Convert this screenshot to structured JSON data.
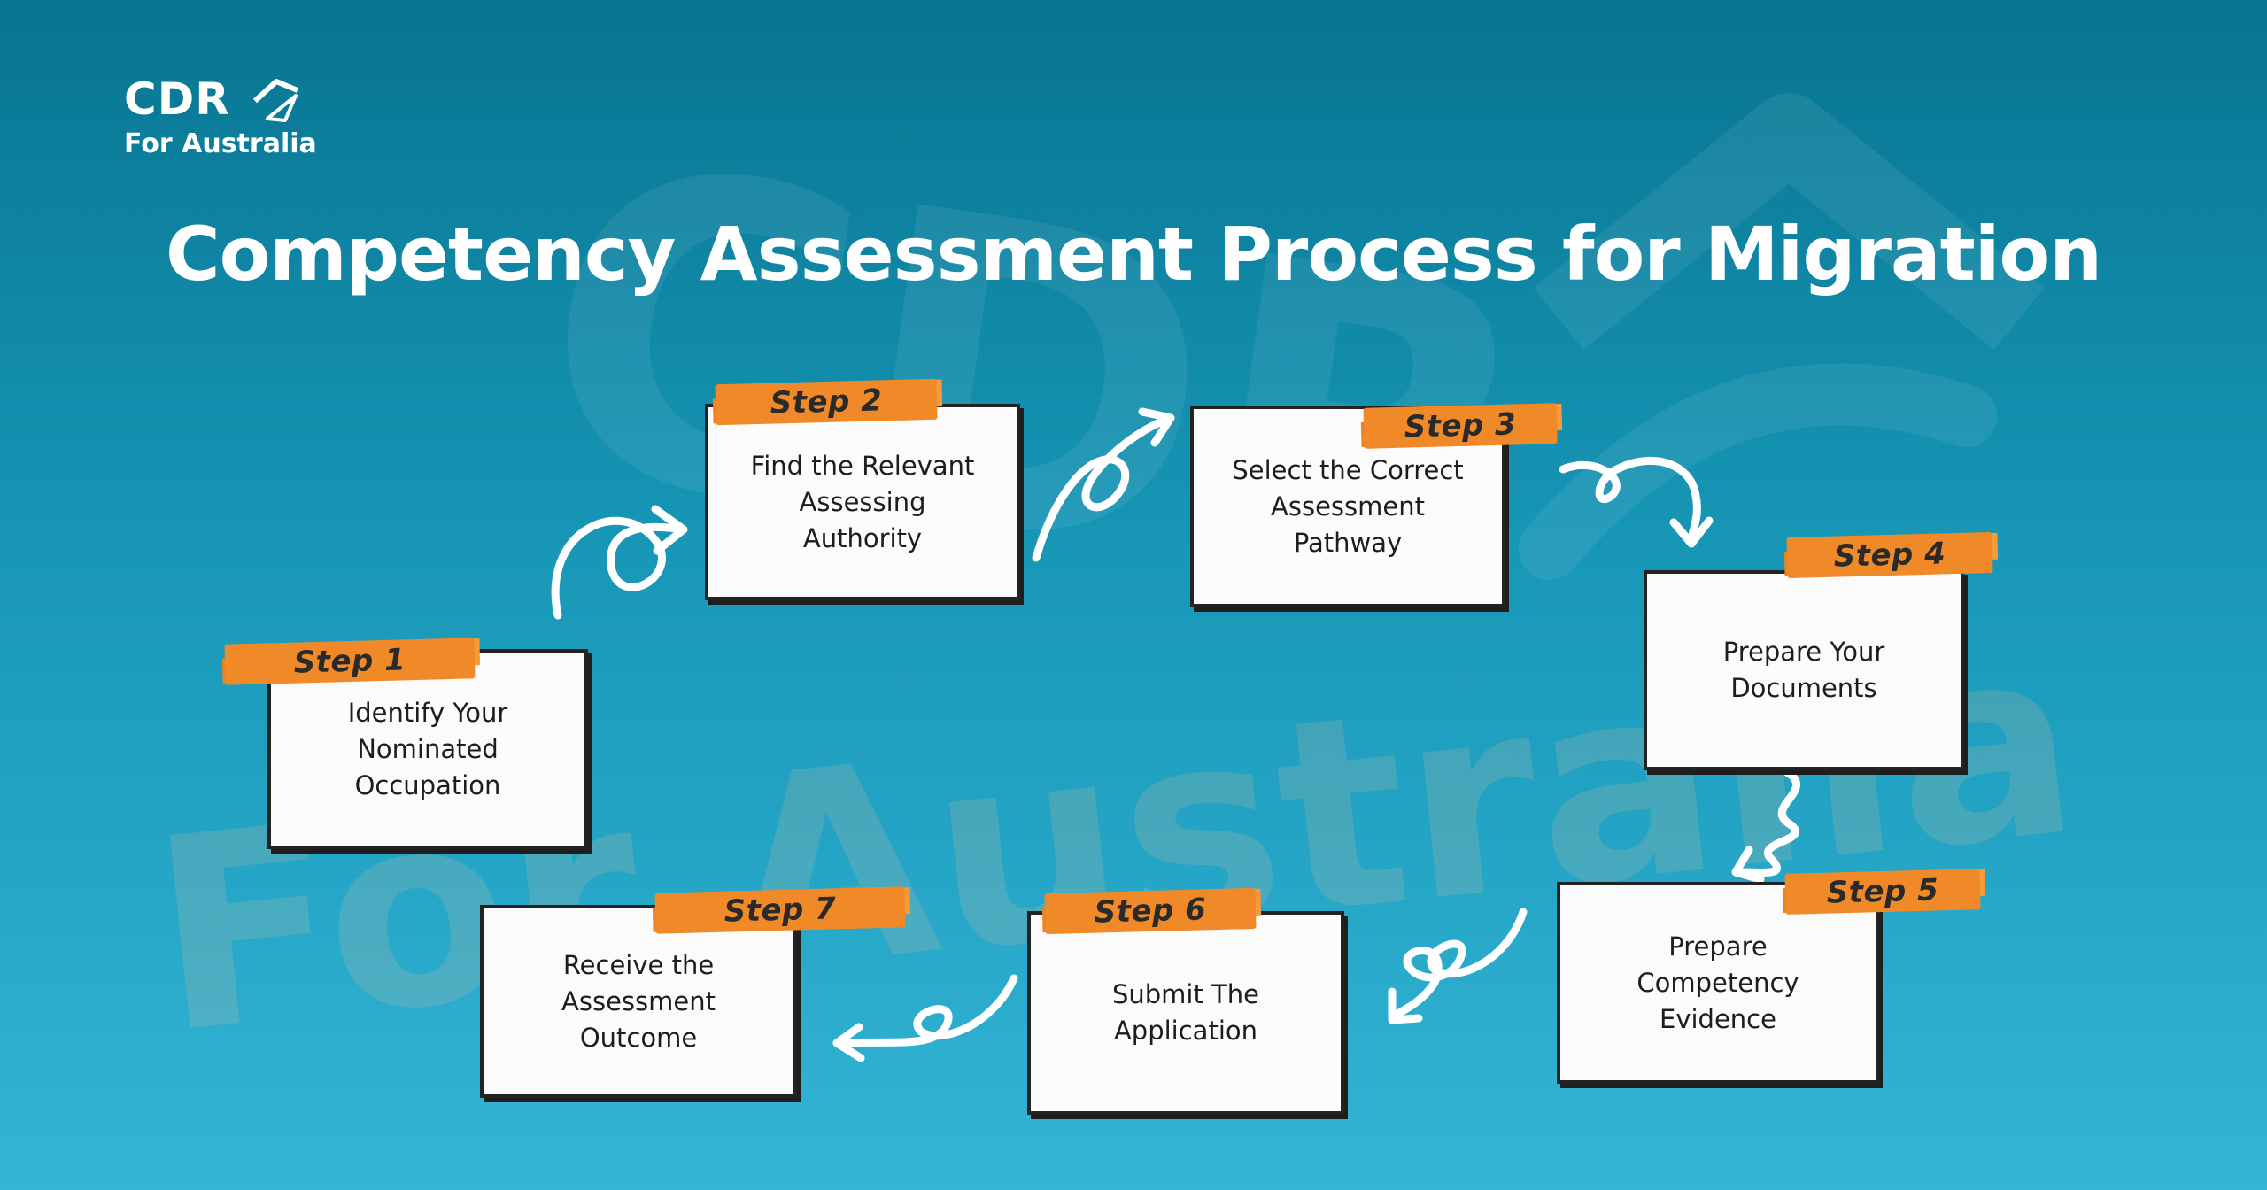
{
  "brand": {
    "logo_main": "CDR",
    "logo_sub": "For Australia",
    "watermark_main": "CDR",
    "watermark_sub": "For Australia",
    "colors": {
      "accent_orange": "#f08a28",
      "bg_top": "#077591",
      "bg_bottom": "#34b5d5"
    }
  },
  "title": "Competency Assessment Process for Migration",
  "steps": [
    {
      "label": "Step 1",
      "text": "Identify Your\nNominated\nOccupation"
    },
    {
      "label": "Step 2",
      "text": "Find the Relevant\nAssessing\nAuthority"
    },
    {
      "label": "Step 3",
      "text": "Select the Correct\nAssessment\nPathway"
    },
    {
      "label": "Step 4",
      "text": "Prepare Your\nDocuments"
    },
    {
      "label": "Step 5",
      "text": "Prepare\nCompetency\nEvidence"
    },
    {
      "label": "Step 6",
      "text": "Submit The\nApplication"
    },
    {
      "label": "Step 7",
      "text": "Receive the\nAssessment\nOutcome"
    }
  ],
  "icons": {
    "logo": "paper-plane-icon",
    "connector": "curly-arrow-icon"
  }
}
